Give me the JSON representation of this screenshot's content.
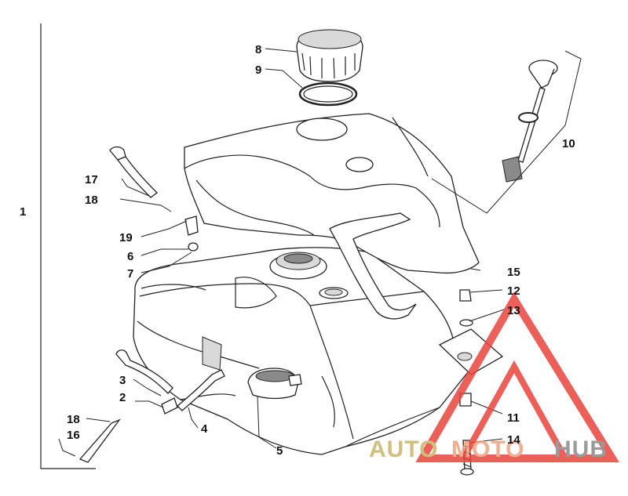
{
  "diagram": {
    "labels": [
      {
        "id": "1",
        "text": "1"
      },
      {
        "id": "2",
        "text": "2"
      },
      {
        "id": "3",
        "text": "3"
      },
      {
        "id": "4",
        "text": "4"
      },
      {
        "id": "5",
        "text": "5"
      },
      {
        "id": "6",
        "text": "6"
      },
      {
        "id": "7",
        "text": "7"
      },
      {
        "id": "8",
        "text": "8"
      },
      {
        "id": "9",
        "text": "9"
      },
      {
        "id": "10",
        "text": "10"
      },
      {
        "id": "11",
        "text": "11"
      },
      {
        "id": "12",
        "text": "12"
      },
      {
        "id": "13",
        "text": "13"
      },
      {
        "id": "14",
        "text": "14"
      },
      {
        "id": "15",
        "text": "15"
      },
      {
        "id": "16",
        "text": "16"
      },
      {
        "id": "17",
        "text": "17"
      },
      {
        "id": "18a",
        "text": "18"
      },
      {
        "id": "18b",
        "text": "18"
      },
      {
        "id": "19",
        "text": "19"
      }
    ]
  },
  "watermark": {
    "word1": "AUTO",
    "word2": "MOTO",
    "word3": "HUB",
    "color_primary": "#f0a17e",
    "color_secondary": "#c9b46a",
    "color_dark": "#8a8a8a",
    "color_triangle": "#e8453c"
  }
}
